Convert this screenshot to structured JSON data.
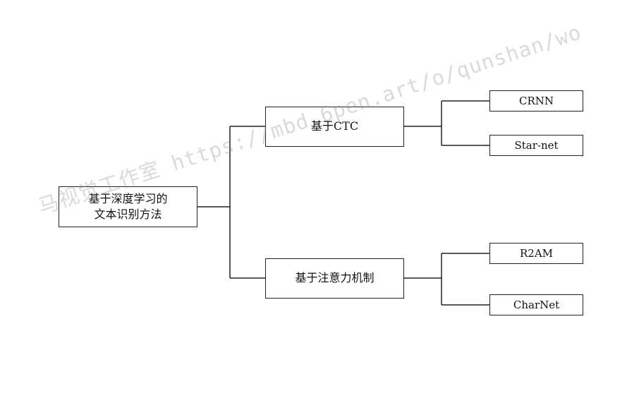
{
  "diagram": {
    "root": {
      "lines": [
        "基于深度学习的",
        "文本识别方法"
      ]
    },
    "branches": [
      {
        "label": "基于CTC",
        "leaves": [
          "CRNN",
          "Star-net"
        ]
      },
      {
        "label": "基于注意力机制",
        "leaves": [
          "R2AM",
          "CharNet"
        ]
      }
    ],
    "line_color": "#222222"
  },
  "watermark": {
    "text": "马视觉工作室 https://mbd.6pen.art/o/qunshan/wo"
  }
}
